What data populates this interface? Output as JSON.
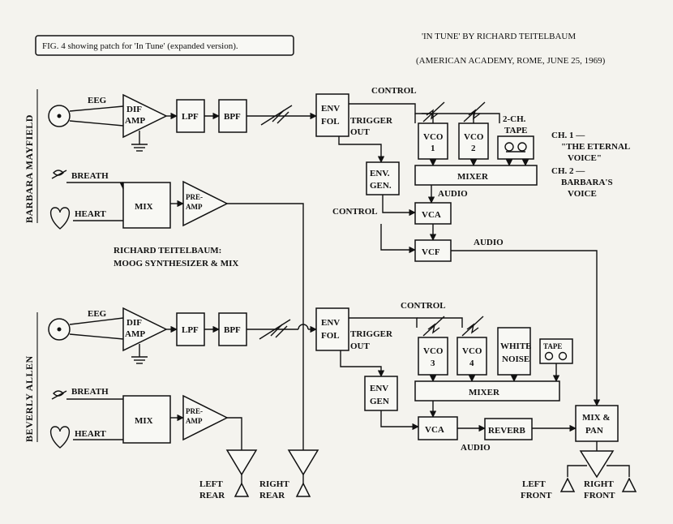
{
  "caption": "FIG. 4 showing patch for 'In Tune' (expanded version).",
  "title_line1": "'IN TUNE' BY RICHARD TEITELBAUM",
  "title_line2": "(AMERICAN ACADEMY, ROME, JUNE 25, 1969)",
  "performers": [
    "BARBARA MAYFIELD",
    "BEVERLY ALLEN"
  ],
  "center_label": [
    "RICHARD TEITELBAUM:",
    "MOOG SYNTHESIZER & MIX"
  ],
  "channel_note": [
    "CH. 1 —",
    "\"THE ETERNAL",
    "VOICE\"",
    "CH. 2 —",
    "BARBARA'S",
    "VOICE"
  ],
  "blocks": {
    "eeg": "EEG",
    "dif_amp": [
      "DIF",
      "AMP"
    ],
    "lpf": "LPF",
    "bpf": "BPF",
    "env_fol": [
      "ENV",
      "FOL"
    ],
    "breath": "BREATH",
    "heart": "HEART",
    "mix": "MIX",
    "pre_amp": [
      "PRE-",
      "AMP"
    ],
    "env_gen_top": [
      "ENV.",
      "GEN."
    ],
    "env_gen_bottom": [
      "ENV",
      "GEN"
    ],
    "vca": "VCA",
    "vcf": "VCF",
    "mixer": "MIXER",
    "vco": [
      "VCO",
      "1",
      "2",
      "3",
      "4"
    ],
    "tape_2ch": [
      "2-CH.",
      "TAPE"
    ],
    "tape": "TAPE",
    "white_noise": [
      "WHITE",
      "NOISE"
    ],
    "reverb": "REVERB",
    "mix_pan": [
      "MIX &",
      "PAN"
    ]
  },
  "signals": {
    "control": "CONTROL",
    "trigger_out": [
      "TRIGGER",
      "OUT"
    ],
    "audio": "AUDIO"
  },
  "speakers": {
    "left_rear": [
      "LEFT",
      "REAR"
    ],
    "right_rear": [
      "RIGHT",
      "REAR"
    ],
    "left_front": [
      "LEFT",
      "FRONT"
    ],
    "right_front": [
      "RIGHT",
      "FRONT"
    ]
  }
}
